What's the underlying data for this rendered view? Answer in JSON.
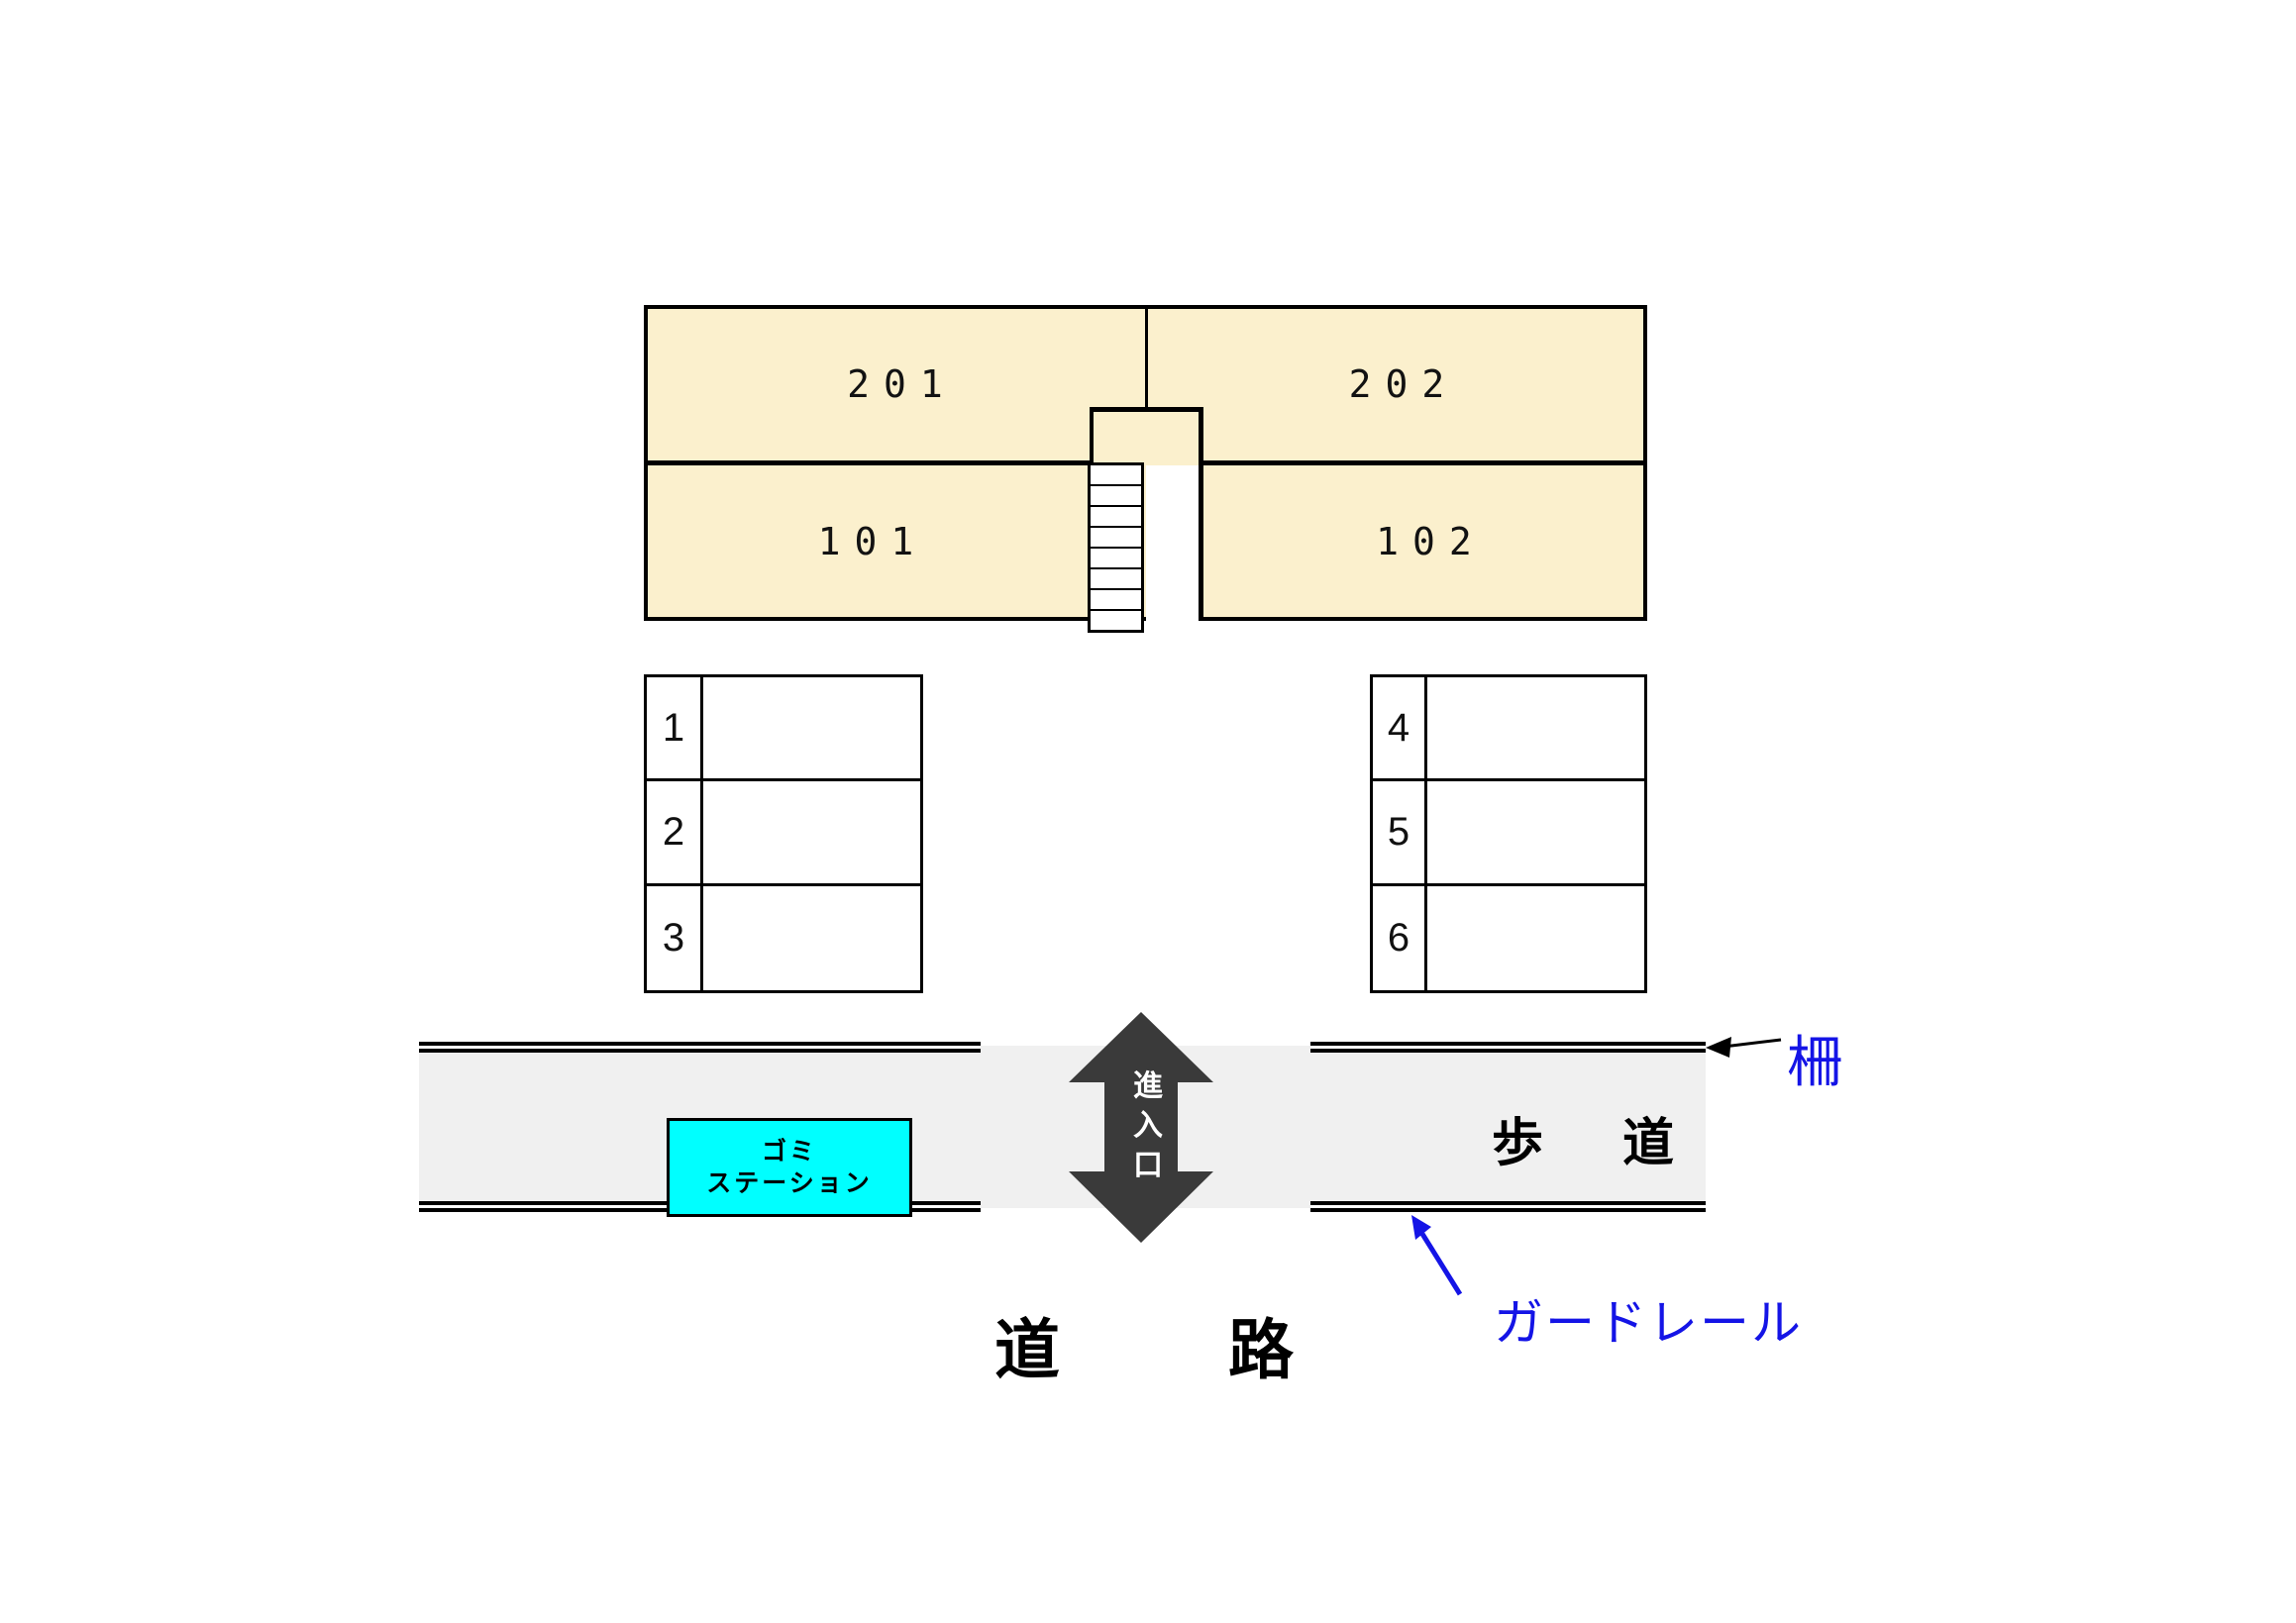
{
  "building": {
    "fill": "#FBF0CD",
    "units": [
      {
        "label": "201"
      },
      {
        "label": "202"
      },
      {
        "label": "101"
      },
      {
        "label": "102"
      }
    ],
    "stair_steps": 8
  },
  "parking": {
    "left_spaces": [
      {
        "number": "1"
      },
      {
        "number": "2"
      },
      {
        "number": "3"
      }
    ],
    "right_spaces": [
      {
        "number": "4"
      },
      {
        "number": "5"
      },
      {
        "number": "6"
      }
    ]
  },
  "garbage_station": {
    "line1": "ゴミ",
    "line2": "ステーション",
    "fill": "#00FFFF"
  },
  "entrance_arrow": {
    "label": "進入口",
    "fill": "#3A3A3A"
  },
  "sidewalk": {
    "label": "歩道",
    "fill": "#F0F0F0"
  },
  "road": {
    "label": "道路"
  },
  "annotations": {
    "fence": {
      "label": "柵",
      "color": "#1414E6"
    },
    "guardrail": {
      "label": "ガードレール",
      "color": "#1414E6"
    }
  }
}
